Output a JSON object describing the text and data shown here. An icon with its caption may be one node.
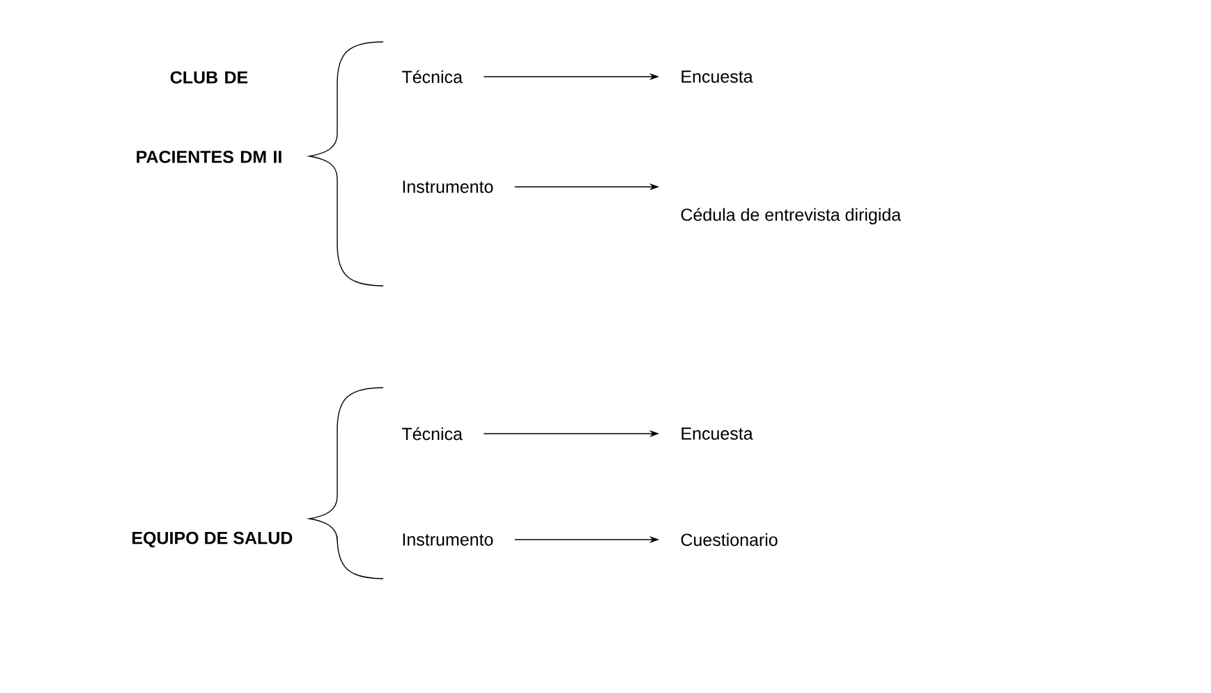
{
  "diagram": {
    "nodes": [
      {
        "text": [
          "CLUB DE PACIENTES DM II"
        ]
      },
      {
        "text": [
          "Técnica"
        ]
      },
      {
        "text": [
          "Encuesta"
        ]
      },
      {
        "text": [
          "Instrumento"
        ]
      },
      {
        "text": [
          "Cédula de entrevista dirigida"
        ]
      },
      {
        "text": [
          "EQUIPO DE SALUD"
        ]
      },
      {
        "text": [
          "Técnica"
        ]
      },
      {
        "text": [
          "Encuesta"
        ]
      },
      {
        "text": [
          "Instrumento"
        ]
      },
      {
        "text": [
          "Cuestionario"
        ]
      }
    ],
    "edges": [
      {
        "from": 1,
        "to": 2,
        "arrow": "to"
      },
      {
        "from": 3,
        "to": 4,
        "arrow": "to"
      },
      {
        "from": 6,
        "to": 7,
        "arrow": "to"
      },
      {
        "from": 8,
        "to": 9,
        "arrow": "to"
      }
    ]
  }
}
